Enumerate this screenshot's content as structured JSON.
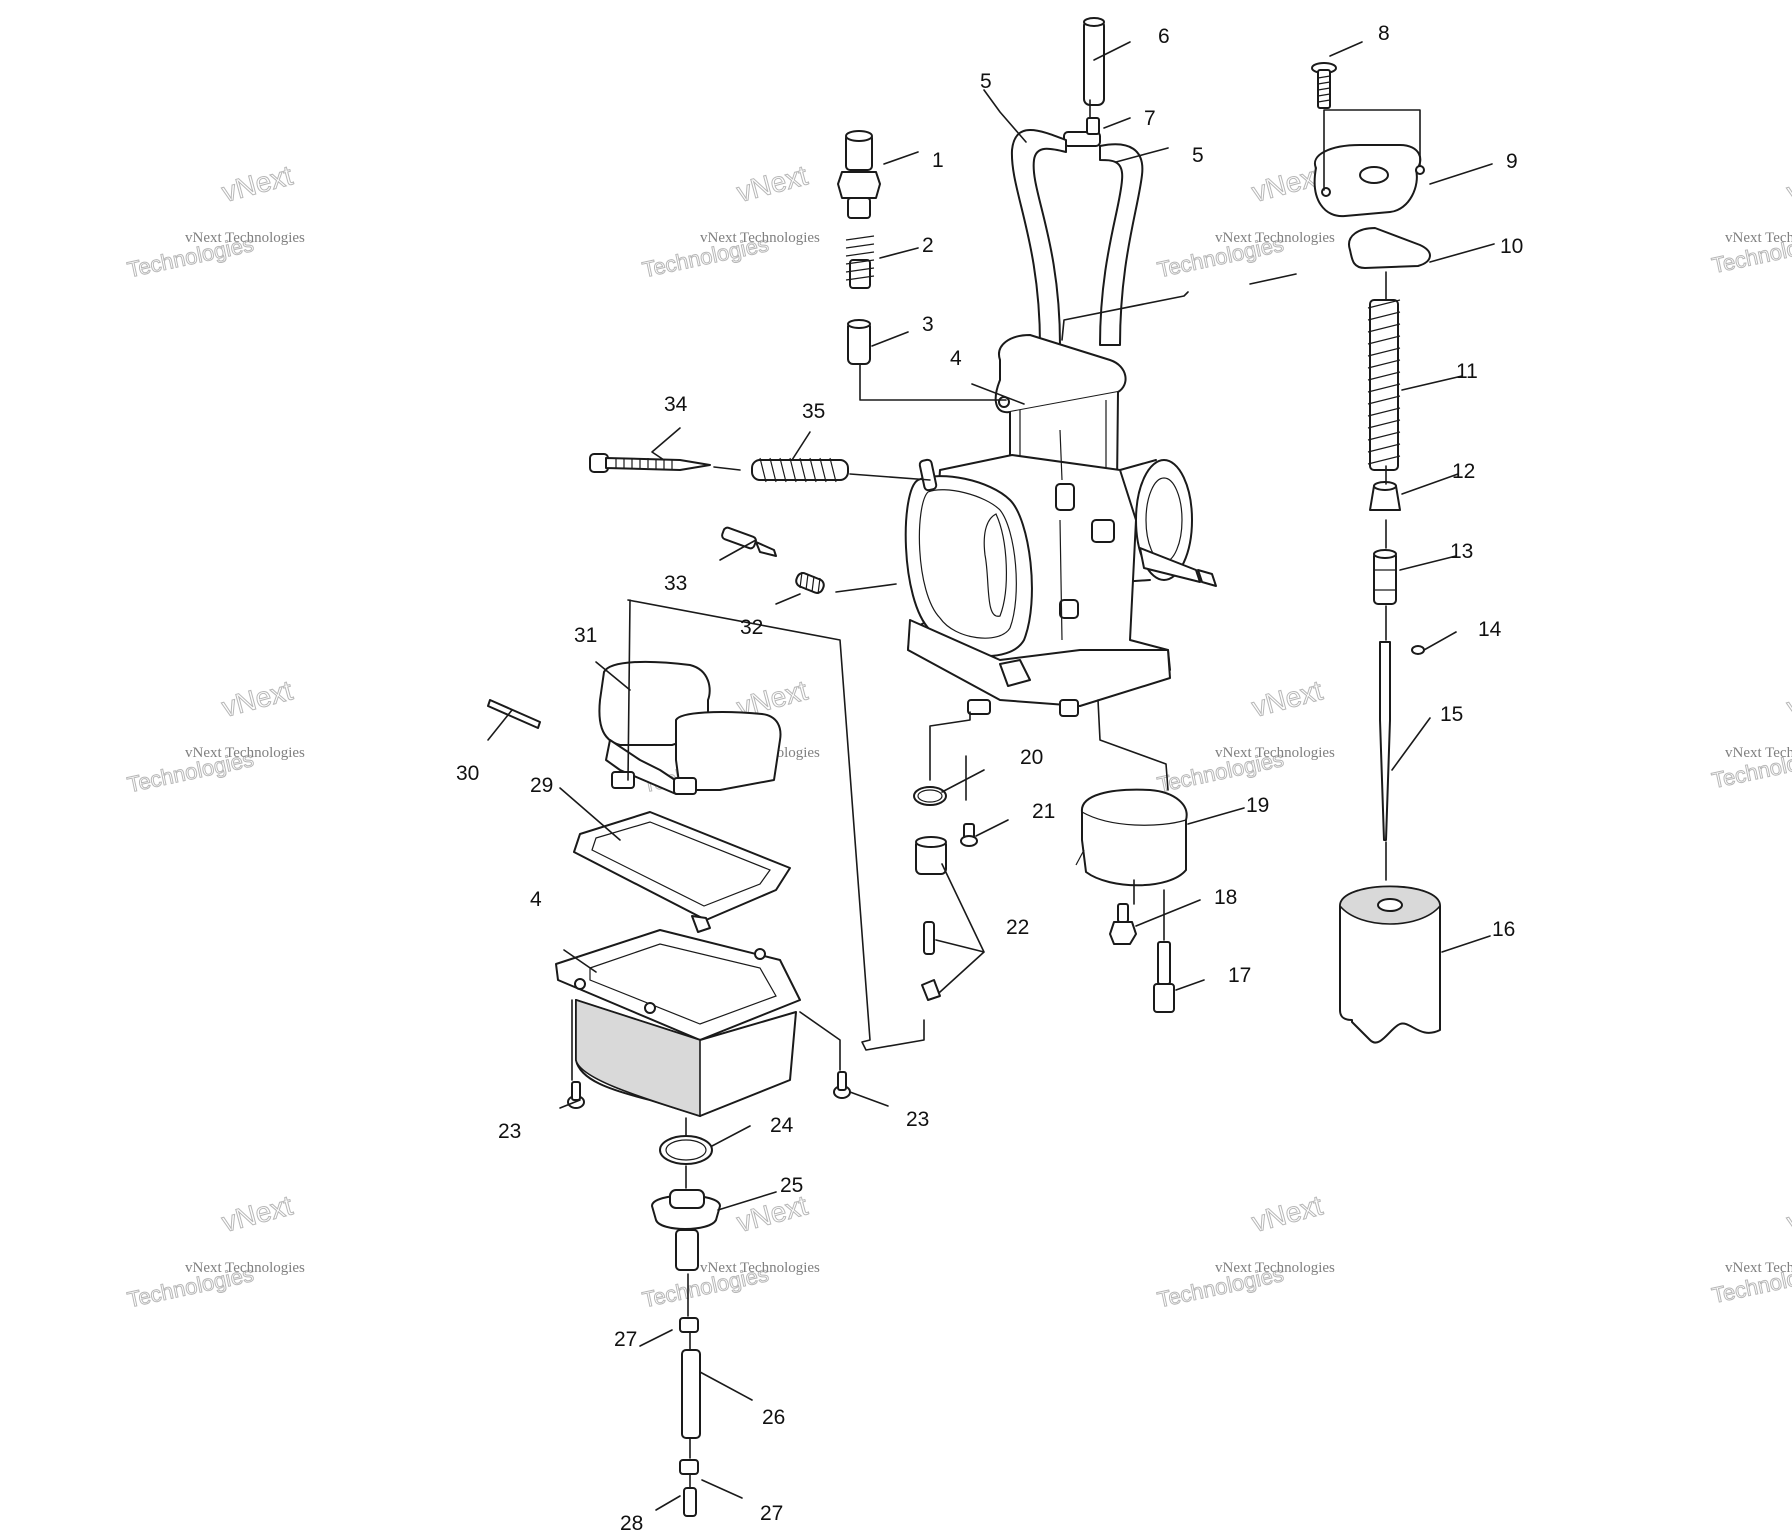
{
  "diagram": {
    "callouts": [
      {
        "id": "c1",
        "text": "1"
      },
      {
        "id": "c2",
        "text": "2"
      },
      {
        "id": "c3",
        "text": "3"
      },
      {
        "id": "c4a",
        "text": "4"
      },
      {
        "id": "c4b",
        "text": "4"
      },
      {
        "id": "c5a",
        "text": "5"
      },
      {
        "id": "c5b",
        "text": "5"
      },
      {
        "id": "c6",
        "text": "6"
      },
      {
        "id": "c7",
        "text": "7"
      },
      {
        "id": "c8",
        "text": "8"
      },
      {
        "id": "c9",
        "text": "9"
      },
      {
        "id": "c10",
        "text": "10"
      },
      {
        "id": "c11",
        "text": "11"
      },
      {
        "id": "c12",
        "text": "12"
      },
      {
        "id": "c13",
        "text": "13"
      },
      {
        "id": "c14",
        "text": "14"
      },
      {
        "id": "c15",
        "text": "15"
      },
      {
        "id": "c16",
        "text": "16"
      },
      {
        "id": "c17",
        "text": "17"
      },
      {
        "id": "c18",
        "text": "18"
      },
      {
        "id": "c19",
        "text": "19"
      },
      {
        "id": "c20",
        "text": "20"
      },
      {
        "id": "c21",
        "text": "21"
      },
      {
        "id": "c22",
        "text": "22"
      },
      {
        "id": "c23a",
        "text": "23"
      },
      {
        "id": "c23b",
        "text": "23"
      },
      {
        "id": "c24",
        "text": "24"
      },
      {
        "id": "c25",
        "text": "25"
      },
      {
        "id": "c26",
        "text": "26"
      },
      {
        "id": "c27a",
        "text": "27"
      },
      {
        "id": "c27b",
        "text": "27"
      },
      {
        "id": "c28",
        "text": "28"
      },
      {
        "id": "c29",
        "text": "29"
      },
      {
        "id": "c30",
        "text": "30"
      },
      {
        "id": "c31",
        "text": "31"
      },
      {
        "id": "c32",
        "text": "32"
      },
      {
        "id": "c33",
        "text": "33"
      },
      {
        "id": "c34",
        "text": "34"
      },
      {
        "id": "c35",
        "text": "35"
      }
    ]
  },
  "watermark": {
    "line1": "vNext",
    "line2": "vNext Technologies",
    "line3": "Technologies"
  }
}
